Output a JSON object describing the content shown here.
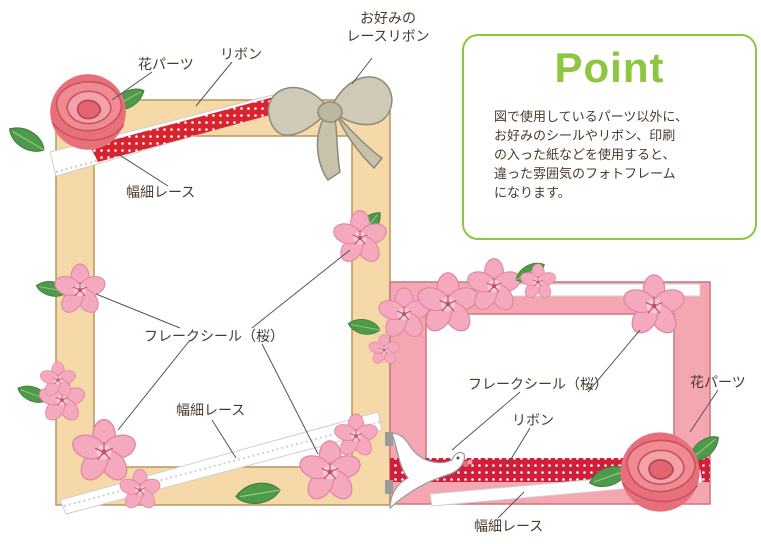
{
  "point": {
    "title": "Point",
    "lines": [
      "図で使用しているパーツ以外に、",
      "お好みのシールやリボン、印刷",
      "の入った紙などを使用すると、",
      "違った雰囲気のフォトフレーム",
      "になります。"
    ]
  },
  "labels": {
    "hana_parts_left": "花パーツ",
    "ribbon_left": "リボン",
    "lace_ribbon_line1": "お好みの",
    "lace_ribbon_line2": "レースリボン",
    "lace_top": "幅細レース",
    "flake_left": "フレークシール（桜）",
    "lace_bottom": "幅細レース",
    "flake_right": "フレークシール（桜）",
    "ribbon_right": "リボン",
    "hana_parts_right": "花パーツ",
    "lace_right": "幅細レース"
  },
  "colors": {
    "frame_left": "#f6d9a8",
    "frame_right": "#f4a7b0",
    "ribbon": "#d9232e",
    "blossom": "#f4a9bf",
    "rose": "#e8707c",
    "leaf": "#4f9a4a",
    "accent": "#8dc63f"
  }
}
